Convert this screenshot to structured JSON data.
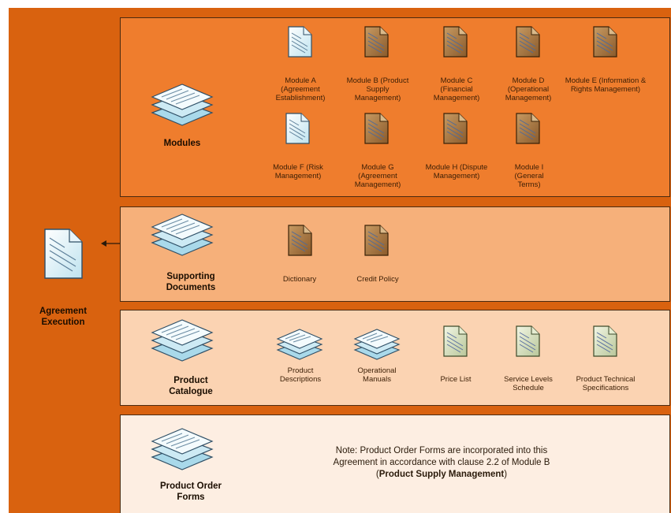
{
  "diagram": {
    "execution": {
      "label": "Agreement Execution"
    },
    "modules": {
      "heading": "Modules",
      "items": [
        {
          "label": "Module A (Agreement Establishment)"
        },
        {
          "label": "Module B (Product Supply Management)"
        },
        {
          "label": "Module C (Financial Management)"
        },
        {
          "label": "Module D (Operational Management)"
        },
        {
          "label": "Module E (Information & Rights Management)"
        },
        {
          "label": "Module F (Risk Management)"
        },
        {
          "label": "Module G (Agreement Management)"
        },
        {
          "label": "Module H (Dispute Management)"
        },
        {
          "label": "Module I (General Terms)"
        }
      ]
    },
    "supporting": {
      "heading": "Supporting Documents",
      "items": [
        {
          "label": "Dictionary"
        },
        {
          "label": "Credit Policy"
        }
      ]
    },
    "catalogue": {
      "heading": "Product Catalogue",
      "items": [
        {
          "label": "Product Descriptions"
        },
        {
          "label": "Operational Manuals"
        },
        {
          "label": "Price List"
        },
        {
          "label": "Service Levels Schedule"
        },
        {
          "label": "Product Technical Specifications"
        }
      ]
    },
    "forms": {
      "heading": "Product Order Forms",
      "note_line1": "Note: Product Order Forms are incorporated into this",
      "note_line2": "Agreement in accordance with clause 2.2 of Module B",
      "note_open": "(",
      "note_bold": "Product Supply Management",
      "note_close": ")"
    }
  }
}
